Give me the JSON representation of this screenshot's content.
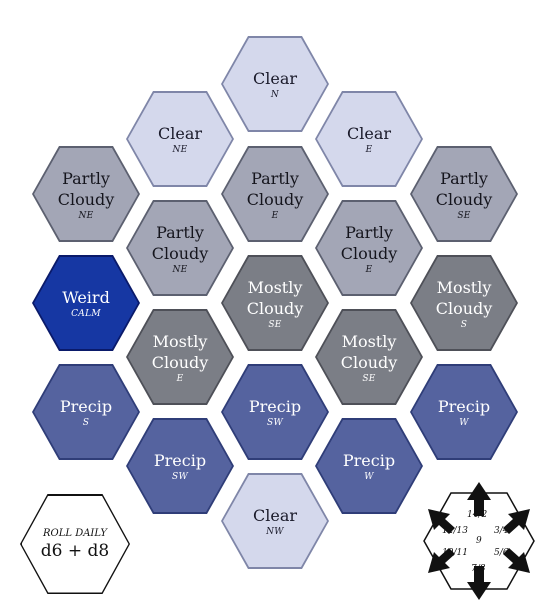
{
  "hexes": [
    {
      "name": "Clear",
      "wind": "N",
      "type": "clear"
    },
    {
      "name": "Clear",
      "wind": "NE",
      "type": "clear"
    },
    {
      "name": "Clear",
      "wind": "E",
      "type": "clear"
    },
    {
      "name": "Partly Cloudy",
      "wind": "NE",
      "type": "partly"
    },
    {
      "name": "Partly Cloudy",
      "wind": "E",
      "type": "partly"
    },
    {
      "name": "Partly Cloudy",
      "wind": "SE",
      "type": "partly"
    },
    {
      "name": "Partly Cloudy",
      "wind": "NE",
      "type": "partly"
    },
    {
      "name": "Partly Cloudy",
      "wind": "E",
      "type": "partly"
    },
    {
      "name": "Weird",
      "wind": "CALM",
      "type": "weird"
    },
    {
      "name": "Mostly Cloudy",
      "wind": "SE",
      "type": "mostly"
    },
    {
      "name": "Mostly Cloudy",
      "wind": "S",
      "type": "mostly"
    },
    {
      "name": "Mostly Cloudy",
      "wind": "E",
      "type": "mostly"
    },
    {
      "name": "Mostly Cloudy",
      "wind": "SE",
      "type": "mostly"
    },
    {
      "name": "Precip",
      "wind": "S",
      "type": "precip"
    },
    {
      "name": "Precip",
      "wind": "SW",
      "type": "precip"
    },
    {
      "name": "Precip",
      "wind": "W",
      "type": "precip"
    },
    {
      "name": "Precip",
      "wind": "SW",
      "type": "precip"
    },
    {
      "name": "Precip",
      "wind": "W",
      "type": "precip"
    },
    {
      "name": "Clear",
      "wind": "NW",
      "type": "clear"
    }
  ],
  "roll": {
    "line1": "ROLL DAILY",
    "line2": "d6 + d8"
  },
  "direction": {
    "n": "14/2",
    "ne": "3/4",
    "se": "5/6",
    "s": "7/8",
    "sw": "10/11",
    "nw": "12/13",
    "center": "9"
  }
}
